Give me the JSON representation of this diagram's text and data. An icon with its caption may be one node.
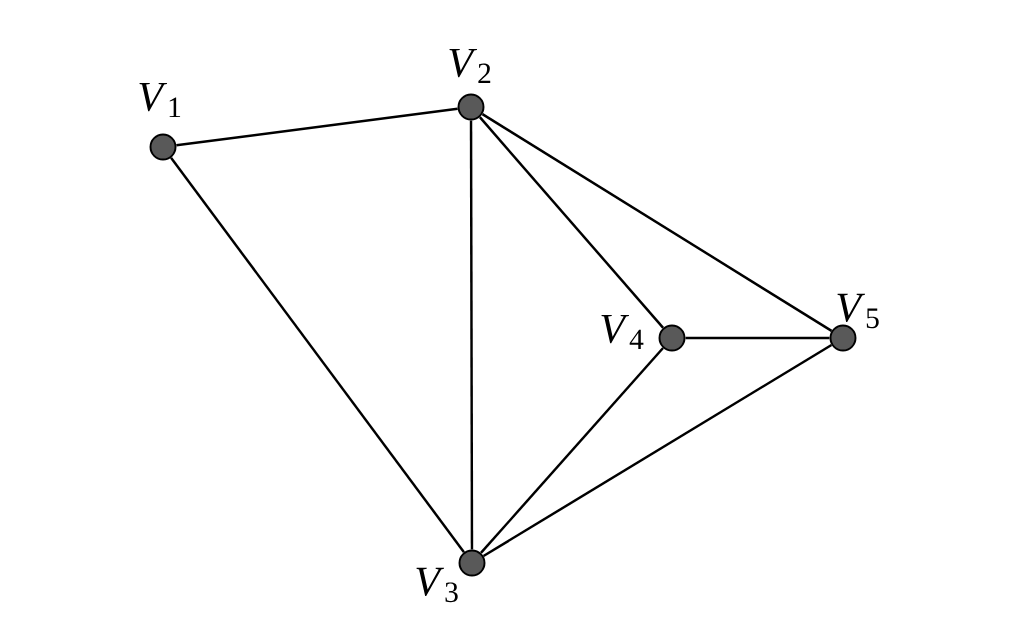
{
  "diagram": {
    "nodes": [
      {
        "text": [],
        "shape": "circle",
        "beside": [
          "*V*$_{1}$"
        ]
      },
      {
        "text": [],
        "shape": "circle",
        "beside": [
          "*V*$_{2}$"
        ]
      },
      {
        "text": [],
        "shape": "circle",
        "beside": [
          "*V*$_{3}$"
        ]
      },
      {
        "text": [],
        "shape": "circle",
        "beside": [
          "*V*$_{4}$"
        ]
      },
      {
        "text": [],
        "shape": "circle",
        "beside": [
          "*V*$_{5}$"
        ]
      }
    ],
    "edges": [
      {
        "from": 0,
        "to": 1,
        "arrow": "none"
      },
      {
        "from": 0,
        "to": 2,
        "arrow": "none"
      },
      {
        "from": 1,
        "to": 2,
        "arrow": "none"
      },
      {
        "from": 1,
        "to": 3,
        "arrow": "none"
      },
      {
        "from": 1,
        "to": 4,
        "arrow": "none"
      },
      {
        "from": 3,
        "to": 4,
        "arrow": "none"
      },
      {
        "from": 3,
        "to": 2,
        "arrow": "none"
      },
      {
        "from": 4,
        "to": 2,
        "arrow": "none"
      }
    ]
  }
}
